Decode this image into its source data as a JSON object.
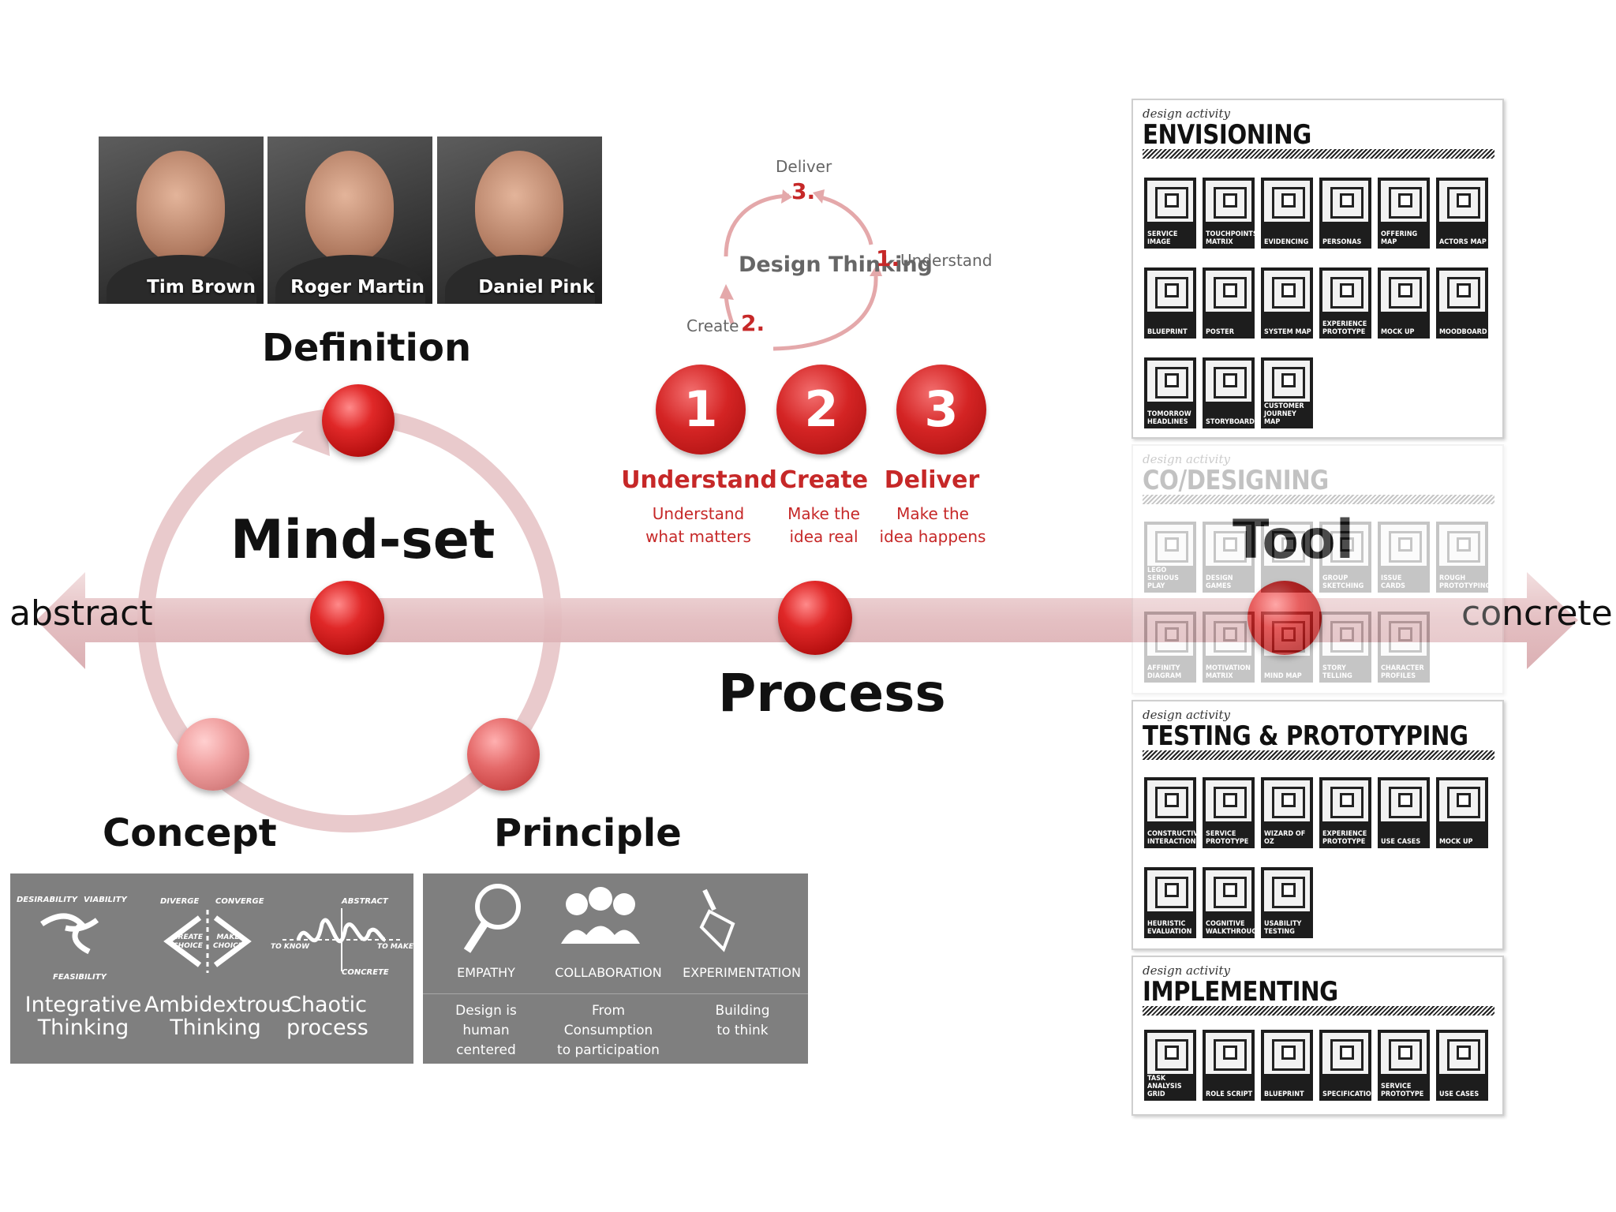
{
  "axis": {
    "left_label": "abstract",
    "right_label": "concrete"
  },
  "nodes": {
    "mindset": "Mind-set",
    "process": "Process",
    "tool": "Tool",
    "definition": "Definition",
    "concept": "Concept",
    "principle": "Principle"
  },
  "people": [
    "Tim Brown",
    "Roger Martin",
    "Daniel Pink"
  ],
  "cycle": {
    "center": "Design Thinking",
    "deliver_label": "Deliver",
    "deliver_num": "3.",
    "understand_num": "1.",
    "understand_label": "Understand",
    "create_label": "Create",
    "create_num": "2."
  },
  "steps": [
    {
      "num": "1",
      "title": "Understand",
      "sub1": "Understand",
      "sub2": "what matters"
    },
    {
      "num": "2",
      "title": "Create",
      "sub1": "Make the",
      "sub2": "idea real"
    },
    {
      "num": "3",
      "title": "Deliver",
      "sub1": "Make the",
      "sub2": "idea happens"
    }
  ],
  "concept_panel": {
    "icon1": {
      "tl": "DESIRABILITY",
      "tr": "VIABILITY",
      "b": "FEASIBILITY"
    },
    "icon2": {
      "tl": "DIVERGE",
      "tr": "CONVERGE",
      "ml": "CREATE CHOICE",
      "mr": "MAKE CHOICE"
    },
    "icon3": {
      "t": "ABSTRACT",
      "l": "TO KNOW",
      "r": "TO MAKE",
      "b": "CONCRETE"
    },
    "items": [
      {
        "l1": "Integrative",
        "l2": "Thinking"
      },
      {
        "l1": "Ambidextrous",
        "l2": "Thinking"
      },
      {
        "l1": "Chaotic",
        "l2": "process"
      }
    ]
  },
  "principle_panel": {
    "items": [
      {
        "title": "EMPATHY",
        "l1": "Design is",
        "l2": "human",
        "l3": "centered"
      },
      {
        "title": "COLLABORATION",
        "l1": "From",
        "l2": "Consumption",
        "l3": "to participation"
      },
      {
        "title": "EXPERIMENTATION",
        "l1": "Building",
        "l2": "to think",
        "l3": ""
      }
    ]
  },
  "activity_cards": [
    {
      "kicker": "design activity",
      "title": "ENVISIONING",
      "tiles": [
        "SERVICE IMAGE",
        "TOUCHPOINTS MATRIX",
        "EVIDENCING",
        "PERSONAS",
        "OFFERING MAP",
        "ACTORS MAP",
        "BLUEPRINT",
        "POSTER",
        "SYSTEM MAP",
        "EXPERIENCE PROTOTYPE",
        "MOCK UP",
        "MOODBOARD",
        "TOMORROW HEADLINES",
        "STORYBOARD",
        "CUSTOMER JOURNEY MAP"
      ]
    },
    {
      "kicker": "design activity",
      "title": "CO/DESIGNING",
      "tiles": [
        "LEGO SERIOUS PLAY",
        "DESIGN GAMES",
        "",
        "GROUP SKETCHING",
        "ISSUE CARDS",
        "ROUGH PROTOTYPING",
        "AFFINITY DIAGRAM",
        "MOTIVATION MATRIX",
        "MIND MAP",
        "STORY TELLING",
        "CHARACTER PROFILES"
      ]
    },
    {
      "kicker": "design activity",
      "title": "TESTING & PROTOTYPING",
      "tiles": [
        "CONSTRUCTIVE INTERACTION",
        "SERVICE PROTOTYPE",
        "WIZARD OF OZ",
        "EXPERIENCE PROTOTYPE",
        "USE CASES",
        "MOCK UP",
        "HEURISTIC EVALUATION",
        "COGNITIVE WALKTHROUGH",
        "USABILITY TESTING"
      ]
    },
    {
      "kicker": "design activity",
      "title": "IMPLEMENTING",
      "tiles": [
        "TASK ANALYSIS GRID",
        "ROLE SCRIPT",
        "BLUEPRINT",
        "SPECIFICATION",
        "SERVICE PROTOTYPE",
        "USE CASES"
      ]
    }
  ],
  "colors": {
    "accent_red": "#c62828",
    "arrow_pink": "#e6c3c5",
    "panel_gray": "#7f7f7f"
  }
}
